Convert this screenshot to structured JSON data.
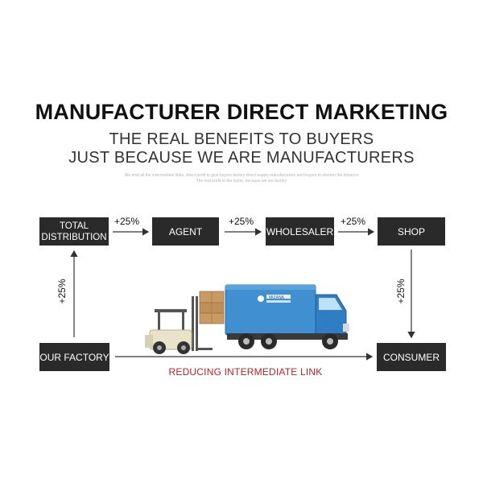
{
  "header": {
    "title": "MANUFACTURER DIRECT MARKETING",
    "subtitle_line1": "THE REAL BENEFITS TO BUYERS",
    "subtitle_line2": "JUST BECAUSE WE ARE MANUFACTURERS",
    "note_line1": "We omit all the intermediate links, direct profit to give buyers factory direct supply manufacturers and buyers to shorten the distance",
    "note_line2": "The real profit to the buyer, because we are factory"
  },
  "flow": {
    "total_distribution_line1": "TOTAL",
    "total_distribution_line2": "DISTRIBUTION",
    "agent": "AGENT",
    "wholesaler": "WHOLESALER",
    "shop": "SHOP",
    "our_factory": "OUR FACTORY",
    "consumer": "CONSUMER",
    "markup_1": "+25%",
    "markup_2": "+25%",
    "markup_3": "+25%",
    "markup_left": "+25%",
    "markup_right": "+25%",
    "direct_link_label": "REDUCING INTERMEDIATE LINK"
  },
  "truck": {
    "logo_text": "MIZANA",
    "body_color": "#3f8fd1",
    "cab_color": "#2f7ec4",
    "forklift_color": "#e8e3c9"
  },
  "colors": {
    "box": "#2a2a2a",
    "arrow": "#333333",
    "accent_red": "#c62020"
  }
}
